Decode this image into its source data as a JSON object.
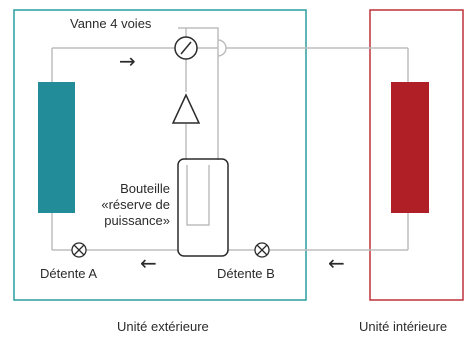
{
  "labels": {
    "four_way_valve": "Vanne 4 voies",
    "bottle_line1": "Bouteille",
    "bottle_line2": "«réserve de",
    "bottle_line3": "puissance»",
    "expansion_a": "Détente A",
    "expansion_b": "Détente B",
    "outdoor_unit": "Unité extérieure",
    "indoor_unit": "Unité intérieure"
  },
  "icons": {
    "arrow_right": "→",
    "arrow_left": "←"
  },
  "colors": {
    "outdoor_border": "#2a9d9f",
    "indoor_border": "#c0303a",
    "outdoor_coil": "#228c98",
    "indoor_coil": "#b01f26",
    "pipe": "#bdbdbd",
    "symbol_stroke": "#2b2b2b"
  }
}
